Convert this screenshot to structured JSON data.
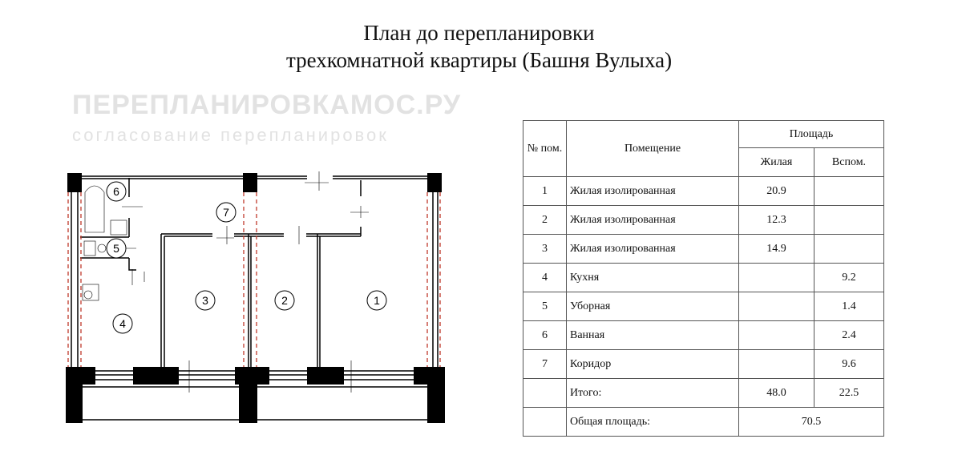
{
  "title": {
    "line1": "План до перепланировки",
    "line2": "трехкомнатной квартиры (Башня Вулыха)"
  },
  "plan": {
    "room_markers": [
      "1",
      "2",
      "3",
      "4",
      "5",
      "6",
      "7"
    ]
  },
  "watermark": {
    "line1": "ПЕРЕПЛАНИРОВКАМОС.РУ",
    "line2": "согласование перепланировок"
  },
  "table": {
    "headers": {
      "number": "№ пом.",
      "room": "Помещение",
      "area": "Площадь",
      "living": "Жилая",
      "auxiliary": "Вспом."
    },
    "rows": [
      {
        "num": "1",
        "name": "Жилая изолированная",
        "living": "20.9",
        "aux": ""
      },
      {
        "num": "2",
        "name": "Жилая изолированная",
        "living": "12.3",
        "aux": ""
      },
      {
        "num": "3",
        "name": "Жилая изолированная",
        "living": "14.9",
        "aux": ""
      },
      {
        "num": "4",
        "name": "Кухня",
        "living": "",
        "aux": "9.2"
      },
      {
        "num": "5",
        "name": "Уборная",
        "living": "",
        "aux": "1.4"
      },
      {
        "num": "6",
        "name": "Ванная",
        "living": "",
        "aux": "2.4"
      },
      {
        "num": "7",
        "name": "Коридор",
        "living": "",
        "aux": "9.6"
      }
    ],
    "total": {
      "label": "Итого:",
      "living": "48.0",
      "aux": "22.5"
    },
    "overall": {
      "label": "Общая площадь:",
      "value": "70.5"
    }
  }
}
